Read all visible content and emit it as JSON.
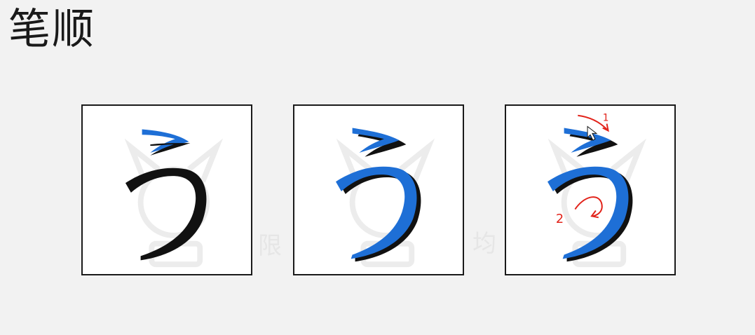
{
  "heading": {
    "title": "笔顺"
  },
  "panels": [
    {
      "character": "う",
      "step": "outline"
    },
    {
      "character": "う",
      "step": "stroke-order-overlay"
    },
    {
      "character": "う",
      "step": "stroke-order-annotated"
    }
  ],
  "annotations": {
    "stroke1": "1",
    "stroke2": "2"
  },
  "watermark": {
    "left": "限",
    "right": "均"
  },
  "colors": {
    "ink": "#111111",
    "stroke_blue": "#1e6fd6",
    "annotation_red": "#e2231a",
    "faint": "#ececec"
  }
}
